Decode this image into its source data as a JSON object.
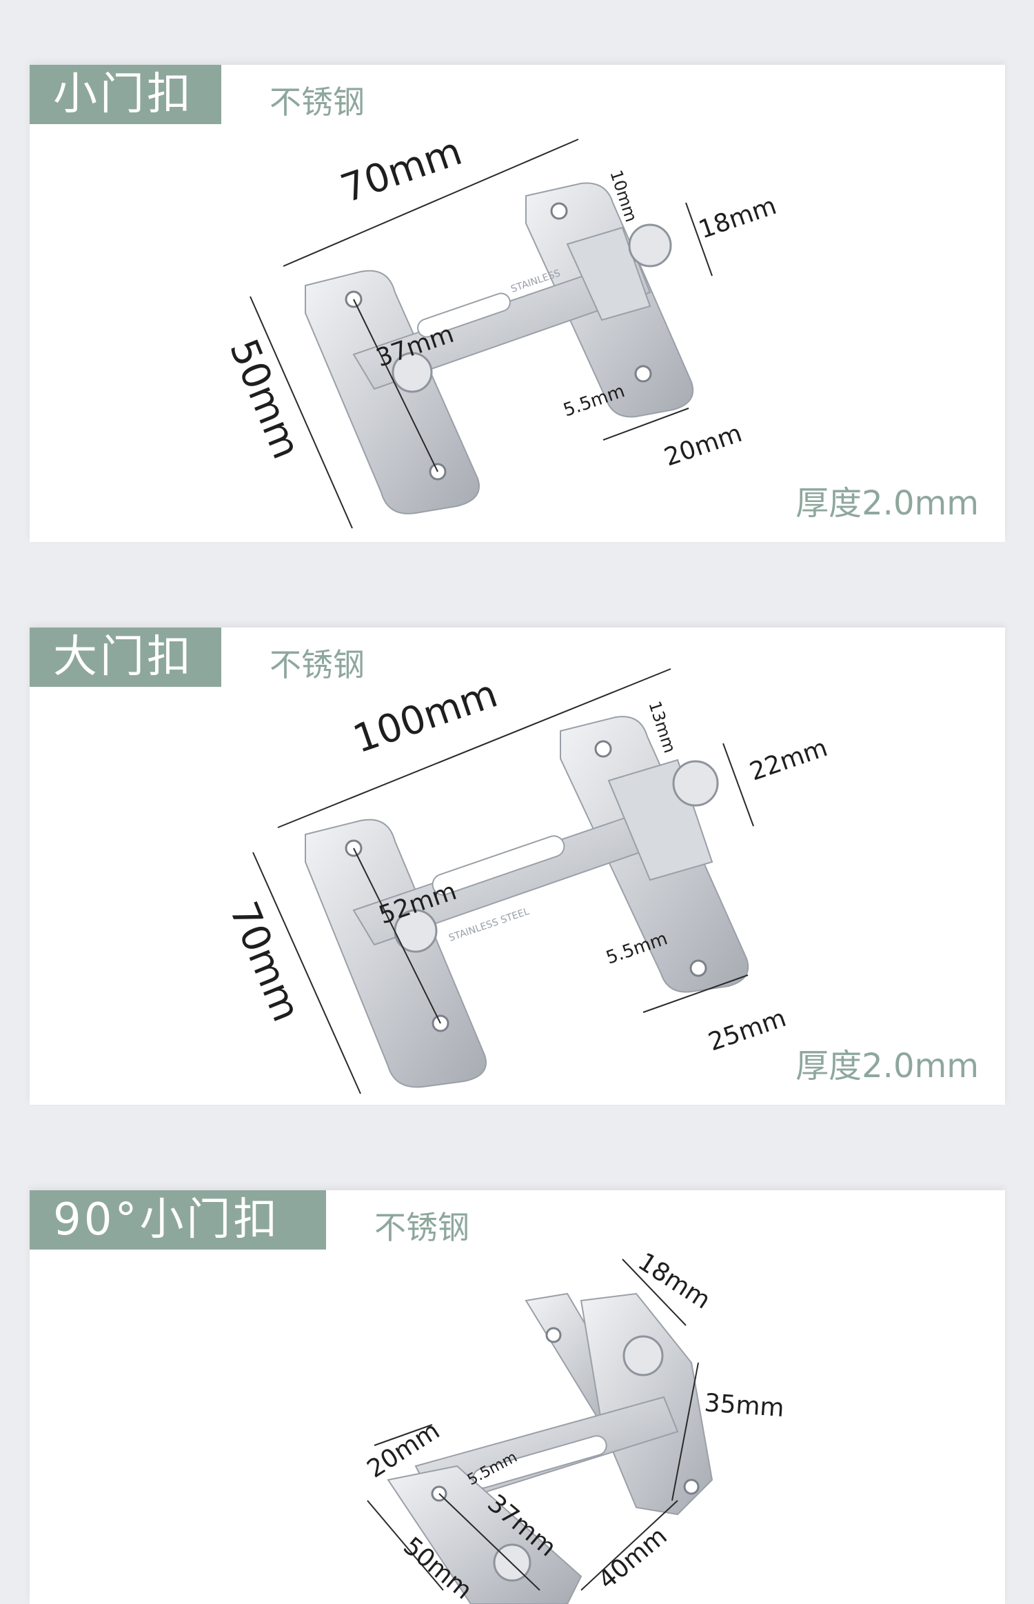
{
  "sections": [
    {
      "title": "小门扣",
      "material": "不锈钢",
      "thickness": "厚度2.0mm",
      "dims": {
        "length": "70mm",
        "height": "50mm",
        "hole_spacing": "37mm",
        "pin_gap": "10mm",
        "pin_width": "18mm",
        "hole_dia": "5.5mm",
        "plate_width": "20mm"
      },
      "stamp": "STAINLESS"
    },
    {
      "title": "大门扣",
      "material": "不锈钢",
      "thickness": "厚度2.0mm",
      "dims": {
        "length": "100mm",
        "height": "70mm",
        "hole_spacing": "52mm",
        "pin_gap": "13mm",
        "pin_width": "22mm",
        "hole_dia": "5.5mm",
        "plate_width": "25mm"
      },
      "stamp": "STAINLESS STEEL"
    },
    {
      "title": "90°小门扣",
      "material": "不锈钢",
      "dims": {
        "top": "18mm",
        "side": "35mm",
        "plate_width": "20mm",
        "hole_dia": "5.5mm",
        "hole_spacing": "37mm",
        "arm": "40mm",
        "height": "50mm"
      }
    }
  ],
  "colors": {
    "accent": "#8ea79d",
    "background": "#ecedf1",
    "card": "#ffffff"
  }
}
